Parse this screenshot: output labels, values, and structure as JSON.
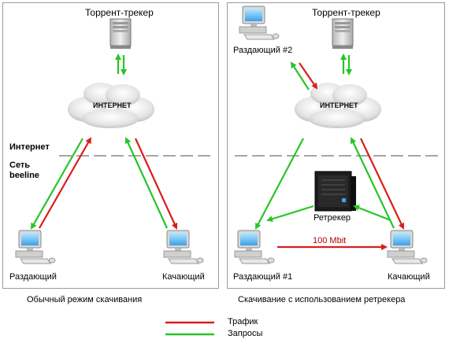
{
  "left_panel": {
    "tracker_label": "Торрент-трекер",
    "cloud_label": "ИНТЕРНЕТ",
    "internet_label": "Интернет",
    "network_label_line1": "Сеть",
    "network_label_line2": "beeline",
    "seeder_label": "Раздающий",
    "downloader_label": "Качающий",
    "caption": "Обычный режим скачивания"
  },
  "right_panel": {
    "tracker_label": "Торрент-трекер",
    "seeder2_label": "Раздающий  #2",
    "cloud_label": "ИНТЕРНЕТ",
    "retracker_label": "Ретрекер",
    "speed_label": "100 Mbit",
    "seeder1_label": "Раздающий  #1",
    "downloader_label": "Качающий",
    "caption": "Скачивание с использованием ретрекера"
  },
  "legend": {
    "traffic_label": "Трафик",
    "requests_label": "Запросы",
    "traffic_color": "#d81e1e",
    "requests_color": "#27c527"
  }
}
